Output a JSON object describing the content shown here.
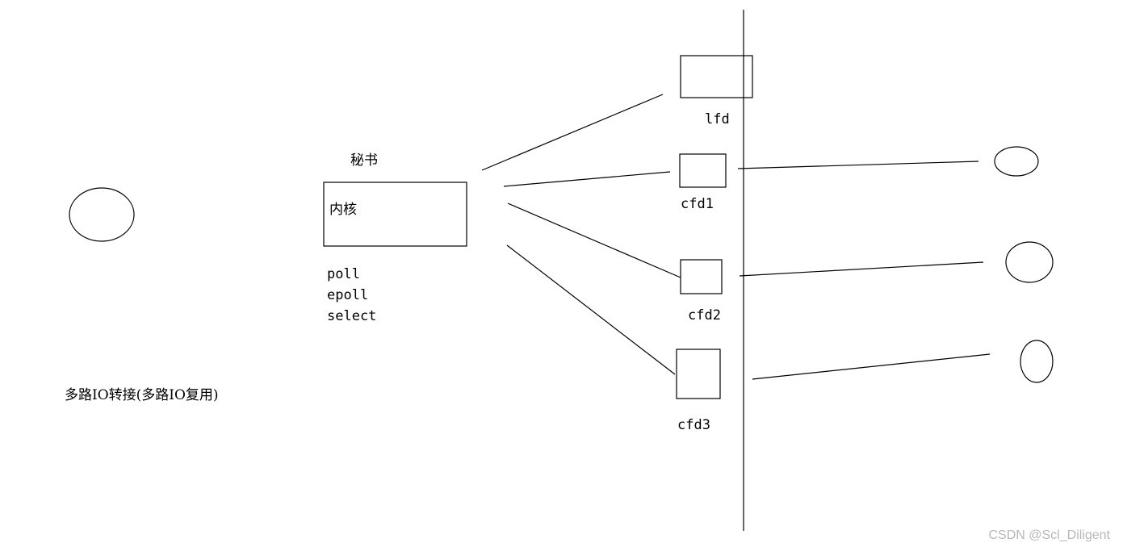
{
  "diagram": {
    "secretary_label": "秘书",
    "kernel_label": "内核",
    "io_apis": [
      "poll",
      "epoll",
      "select"
    ],
    "caption": "多路IO转接(多路IO复用)",
    "listen_fd_label": "lfd",
    "client_fds": [
      {
        "label": "cfd1"
      },
      {
        "label": "cfd2"
      },
      {
        "label": "cfd3"
      }
    ]
  },
  "watermark": "CSDN @Scl_Diligent",
  "colors": {
    "stroke": "#000000",
    "background": "#ffffff",
    "watermark": "#b8b8b8"
  }
}
